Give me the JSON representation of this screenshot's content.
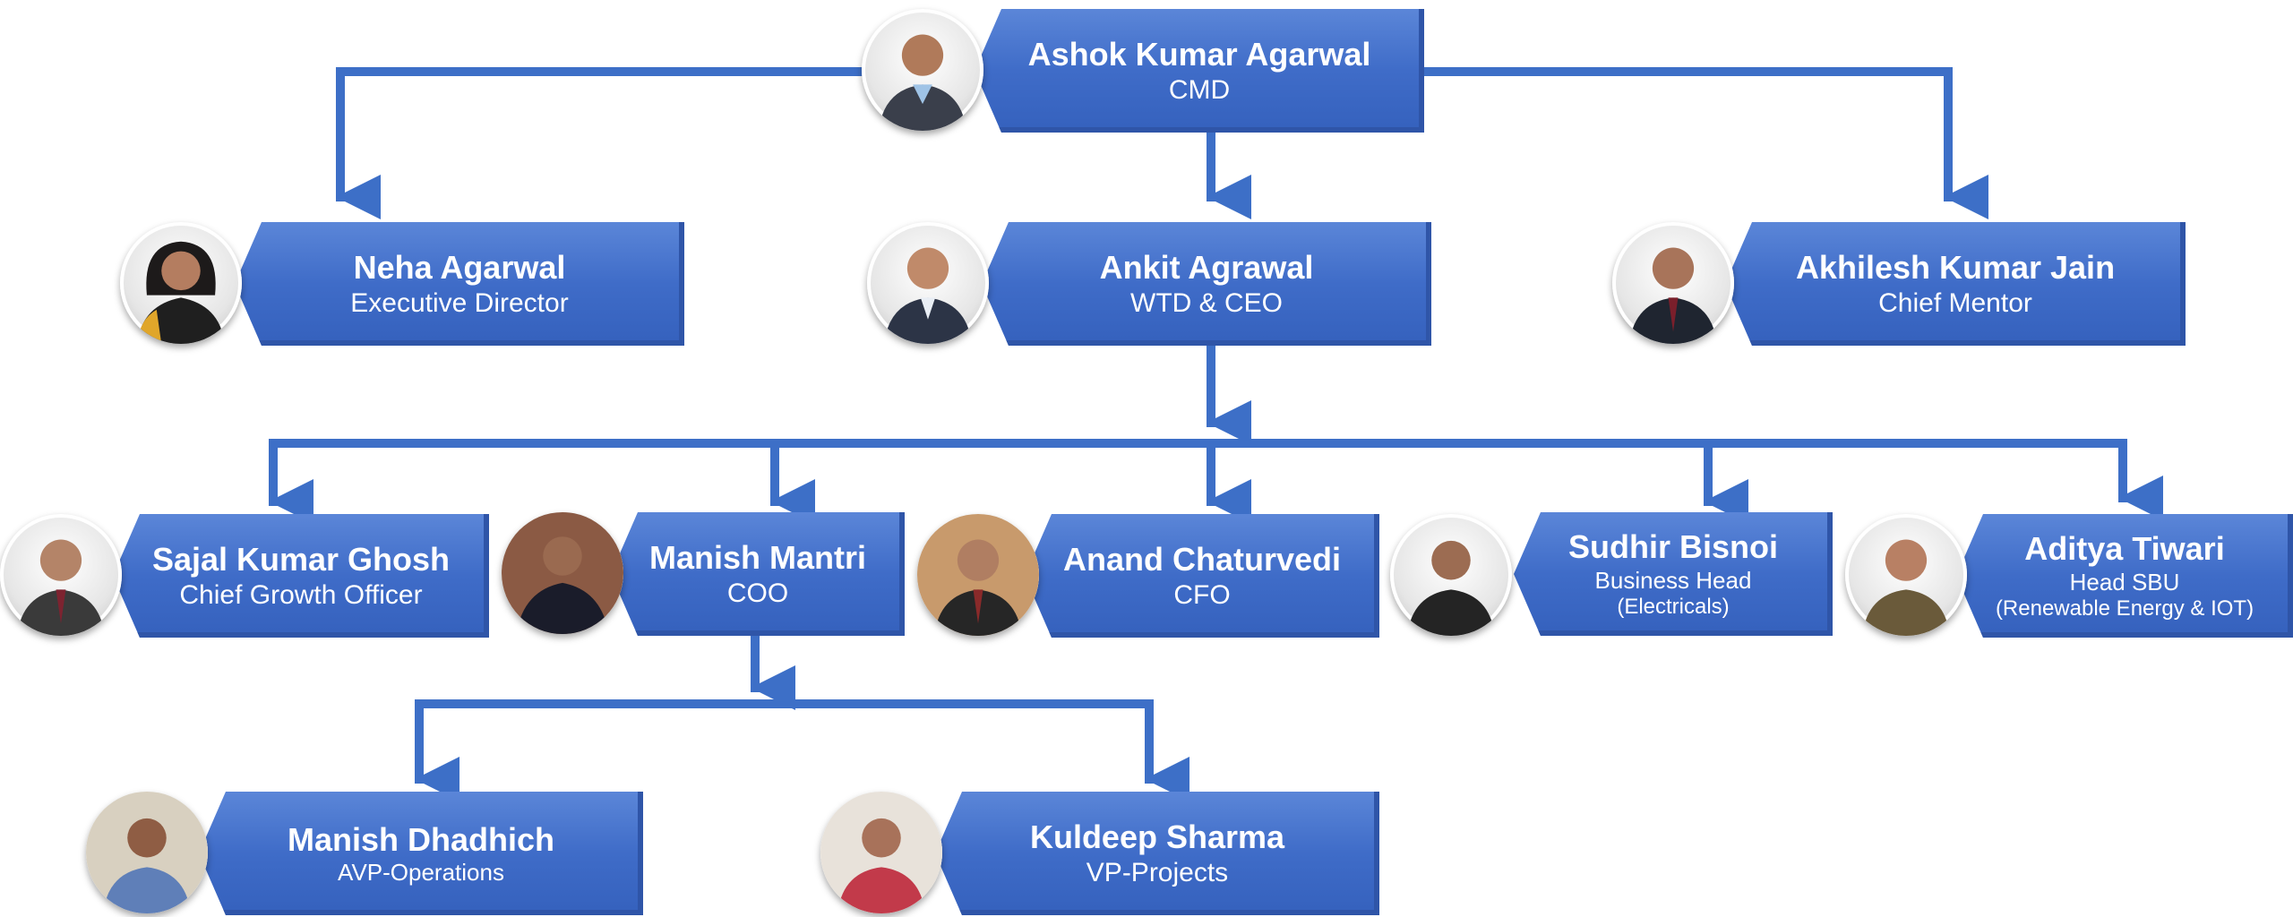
{
  "chart_title": "",
  "nodes": {
    "ashok": {
      "name": "Ashok Kumar Agarwal",
      "role": "CMD",
      "icon": "person-photo-icon"
    },
    "neha": {
      "name": "Neha Agarwal",
      "role": "Executive Director",
      "icon": "person-photo-icon"
    },
    "ankit": {
      "name": "Ankit Agrawal",
      "role": "WTD & CEO",
      "icon": "person-photo-icon"
    },
    "akhilesh": {
      "name": "Akhilesh Kumar Jain",
      "role": "Chief Mentor",
      "icon": "person-photo-icon"
    },
    "sajal": {
      "name": "Sajal Kumar Ghosh",
      "role": "Chief Growth Officer",
      "icon": "person-photo-icon"
    },
    "manish_m": {
      "name": "Manish Mantri",
      "role": "COO",
      "icon": "person-photo-icon"
    },
    "anand": {
      "name": "Anand Chaturvedi",
      "role": "CFO",
      "icon": "person-photo-icon"
    },
    "sudhir": {
      "name": "Sudhir Bisnoi",
      "role": "Business Head",
      "role_line2": "(Electricals)",
      "icon": "person-photo-icon"
    },
    "aditya": {
      "name": "Aditya Tiwari",
      "role": "Head SBU",
      "role_line2": "(Renewable Energy & IOT)",
      "icon": "person-photo-icon"
    },
    "manish_d": {
      "name": "Manish Dhadhich",
      "role": "AVP-Operations",
      "icon": "person-photo-icon"
    },
    "kuldeep": {
      "name": "Kuldeep Sharma",
      "role": "VP-Projects",
      "icon": "person-photo-icon"
    }
  },
  "colors": {
    "box": "#3f6cc8",
    "connector": "#3d6fc7",
    "text": "#ffffff"
  }
}
